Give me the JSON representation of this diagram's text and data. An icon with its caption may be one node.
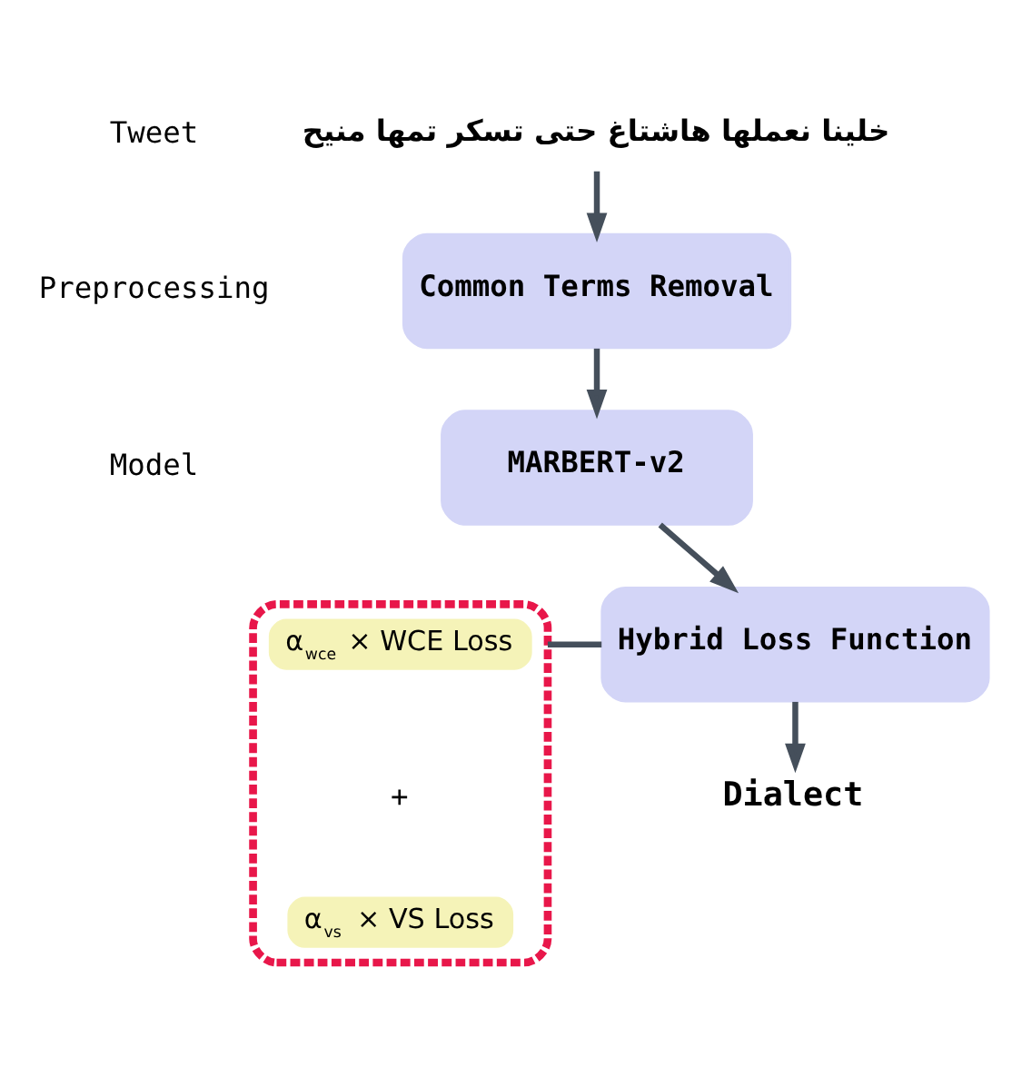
{
  "diagram": {
    "nodes": [
      {
        "text": [
          "خلينا نعملها هاشتاغ حتى تسكر تمها منيح"
        ]
      },
      {
        "text": [
          "Common Terms Removal"
        ]
      },
      {
        "text": [
          "MARBERT-v2"
        ]
      },
      {
        "text": [
          "Hybrid Loss Function"
        ]
      },
      {
        "text": [],
        "shape": "box"
      },
      {
        "text": [
          "α$_{wce}$ × WCE Loss"
        ],
        "in": 4
      },
      {
        "text": [
          "α$_{vs}$ × VS Loss"
        ],
        "in": 4
      },
      {
        "text": [
          "Dialect"
        ]
      }
    ],
    "edges": [
      {
        "from": 0,
        "to": 1,
        "arrow": "to"
      },
      {
        "from": 1,
        "to": 2,
        "arrow": "to"
      },
      {
        "from": 2,
        "to": 3,
        "arrow": "to"
      },
      {
        "from": 4,
        "to": 3,
        "arrow": "none"
      },
      {
        "from": 3,
        "to": 7,
        "arrow": "to"
      }
    ],
    "labels": [
      "Tweet",
      "Preprocessing",
      "Model",
      "+"
    ]
  }
}
